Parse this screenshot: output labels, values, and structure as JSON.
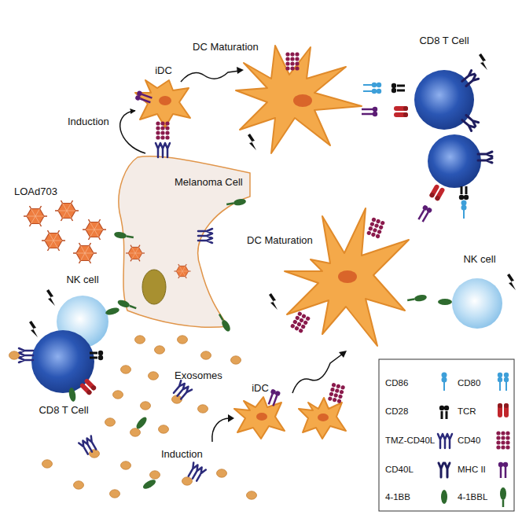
{
  "diagram": {
    "nodes": [
      {
        "text": [
          "iDC"
        ]
      },
      {
        "text": [
          "CD8 T Cell"
        ]
      },
      {
        "text": [
          "Melanoma Cell"
        ]
      },
      {
        "text": [
          "NK cell"
        ]
      },
      {
        "text": [
          "NK cell"
        ]
      },
      {
        "text": [
          "CD8 T Cell"
        ]
      },
      {
        "text": [
          "iDC"
        ]
      }
    ],
    "edges": [
      {
        "from": 2,
        "to": 0,
        "label": "Induction",
        "arrow": "to"
      }
    ],
    "labels": [
      "LOAd703",
      "DC Maturation",
      "DC Maturation",
      "Exosomes",
      "Induction"
    ],
    "legend": [
      {
        "text": "CD86"
      },
      {
        "text": "CD80"
      },
      {
        "text": "CD28"
      },
      {
        "text": "TCR"
      },
      {
        "text": "TMZ-CD40L"
      },
      {
        "text": "CD40"
      },
      {
        "text": "CD40L"
      },
      {
        "text": "MHC II"
      },
      {
        "text": "4-1BB"
      },
      {
        "text": "4-1BBL"
      }
    ]
  }
}
